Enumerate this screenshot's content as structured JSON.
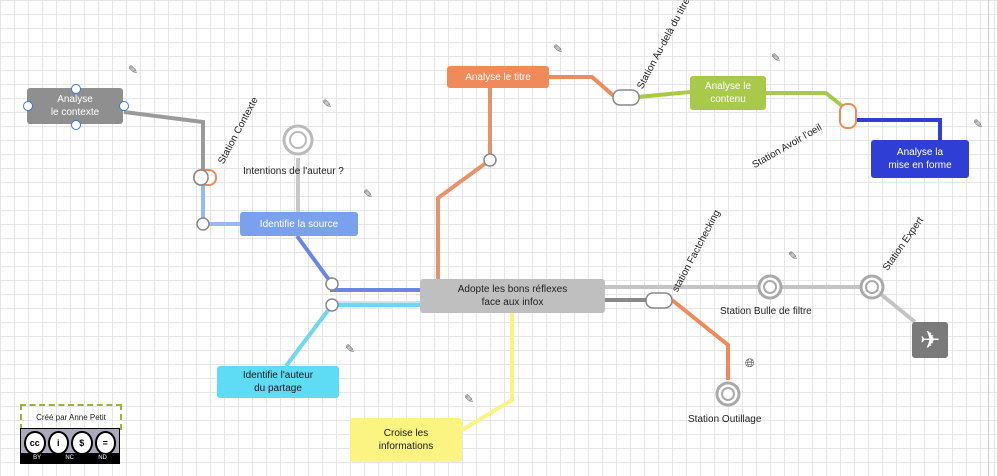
{
  "boxes": {
    "contexte": "Analyse\nle contexte",
    "titre": "Analyse le titre",
    "contenu": "Analyse le\ncontenu",
    "forme": "Analyse la\nmise en forme",
    "source": "Identifie la source",
    "adopte": "Adopte les bons réflexes\nface aux infox",
    "auteur_partage": "Identifie l'auteur\ndu partage",
    "croise": "Croise les\ninformations"
  },
  "stations": {
    "contexte": "Station Contexte",
    "intentions": "Intentions de l'auteur ?",
    "au_dela": "Station Au-delà du titre",
    "avoir_oeil": "Station Avoir l'oeil",
    "factchecking": "station Factchecking",
    "bulle": "Station Bulle de filtre",
    "expert": "Station Expert",
    "outillage": "Station Outillage"
  },
  "credit": {
    "author": "Créé par Anne Petit",
    "license": [
      "BY",
      "NC",
      "ND"
    ]
  },
  "colors": {
    "grey_line": "#a0a0a0",
    "orange": "#f08a5a",
    "green": "#a8c94a",
    "blue_dark": "#2f3fd6",
    "blue_mid": "#6b86e6",
    "cyan": "#5fdcf5",
    "yellow": "#fbf382"
  },
  "icons": [
    "pencil-icon",
    "globe-icon",
    "airplane-icon",
    "cc-icon"
  ]
}
